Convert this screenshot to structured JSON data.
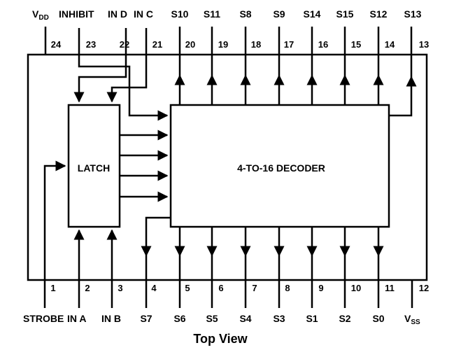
{
  "diagram": {
    "caption": "Top View",
    "latch_label": "LATCH",
    "decoder_label": "4-TO-16 DECODER",
    "top_pins": [
      {
        "num": "24",
        "label": "V",
        "sub": "DD"
      },
      {
        "num": "23",
        "label": "INHIBIT"
      },
      {
        "num": "22",
        "label": "IN D"
      },
      {
        "num": "21",
        "label": "IN C"
      },
      {
        "num": "20",
        "label": "S10"
      },
      {
        "num": "19",
        "label": "S11"
      },
      {
        "num": "18",
        "label": "S8"
      },
      {
        "num": "17",
        "label": "S9"
      },
      {
        "num": "16",
        "label": "S14"
      },
      {
        "num": "15",
        "label": "S15"
      },
      {
        "num": "14",
        "label": "S12"
      },
      {
        "num": "13",
        "label": "S13"
      }
    ],
    "bottom_pins": [
      {
        "num": "1",
        "label": "STROBE"
      },
      {
        "num": "2",
        "label": "IN A"
      },
      {
        "num": "3",
        "label": "IN B"
      },
      {
        "num": "4",
        "label": "S7"
      },
      {
        "num": "5",
        "label": "S6"
      },
      {
        "num": "6",
        "label": "S5"
      },
      {
        "num": "7",
        "label": "S4"
      },
      {
        "num": "8",
        "label": "S3"
      },
      {
        "num": "9",
        "label": "S1"
      },
      {
        "num": "10",
        "label": "S2"
      },
      {
        "num": "11",
        "label": "S0"
      },
      {
        "num": "12",
        "label": "V",
        "sub": "SS"
      }
    ]
  }
}
